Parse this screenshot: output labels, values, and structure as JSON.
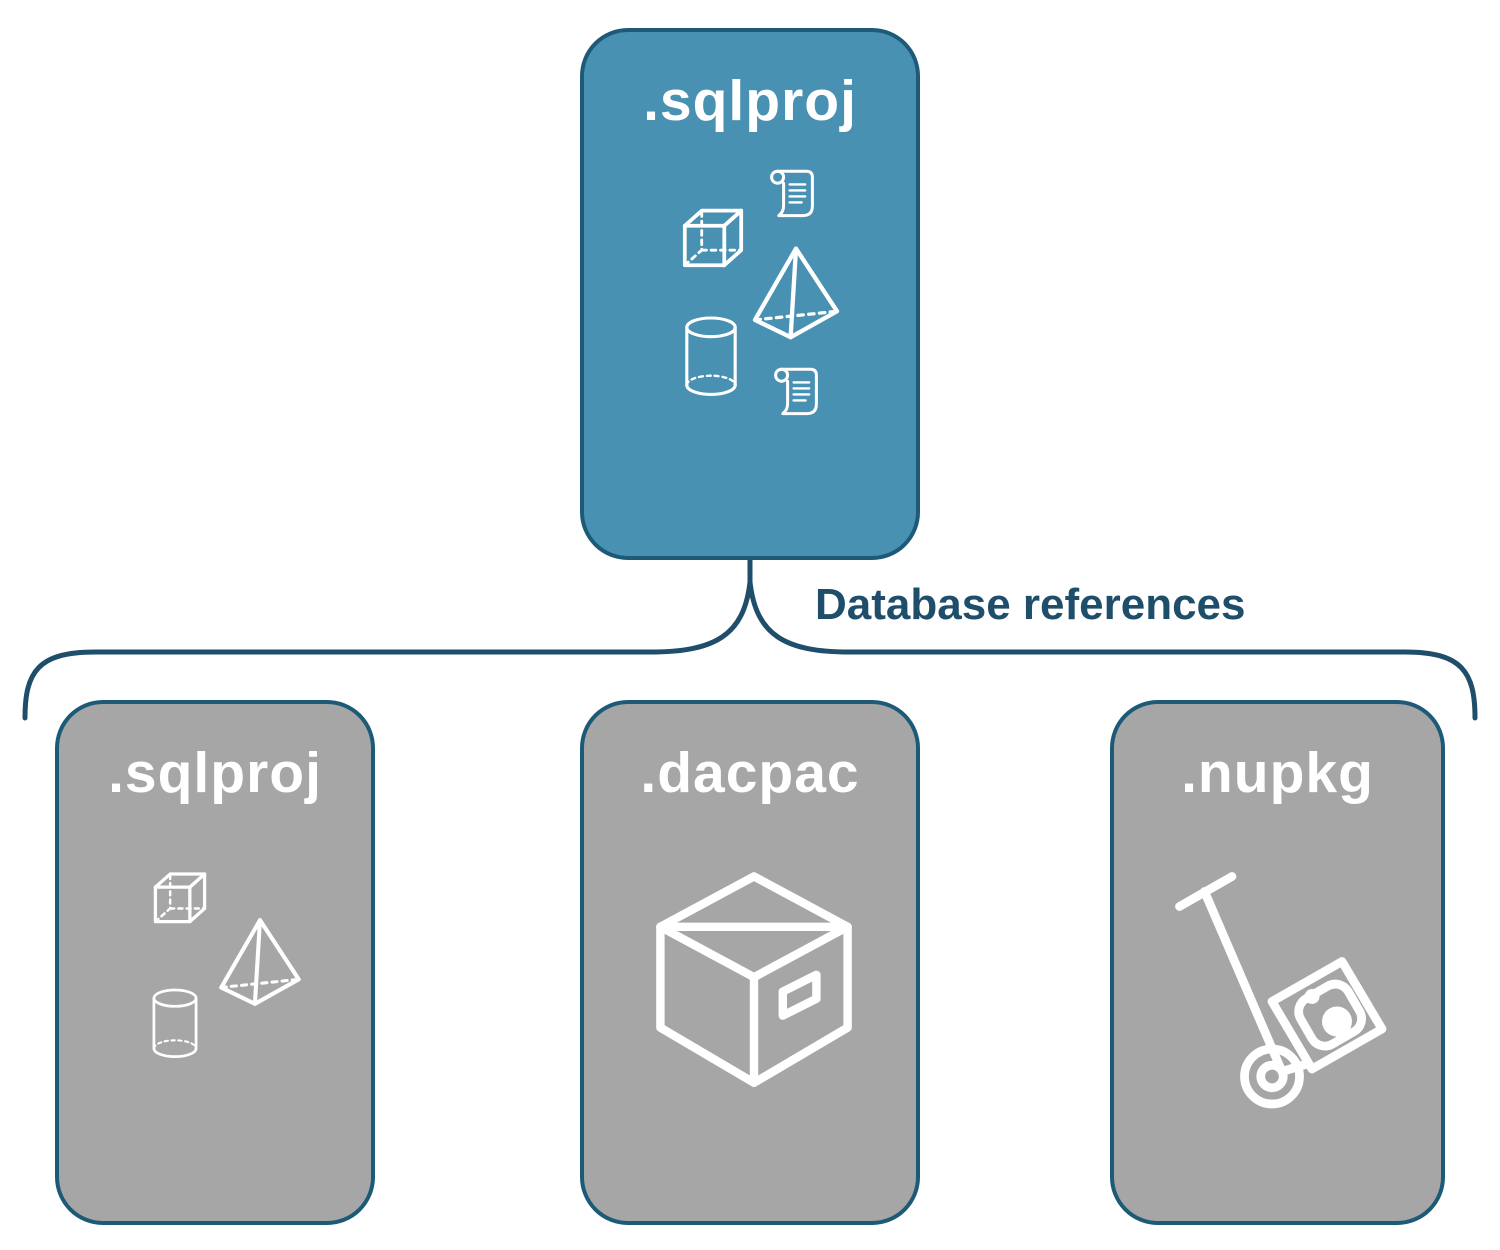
{
  "diagram": {
    "colors": {
      "primary_fill": "#4991b3",
      "primary_border": "#1d5a78",
      "gray_fill": "#a6a6a6",
      "gray_border": "#1d5a78",
      "label_text": "#ffffff",
      "connector": "#1f4e6b",
      "background": "#ffffff"
    },
    "top_node": {
      "label": ".sqlproj",
      "icons": [
        "cube-icon",
        "scroll-icon",
        "pyramid-icon",
        "cylinder-icon",
        "scroll-icon"
      ]
    },
    "connector_label": "Database references",
    "child_nodes": [
      {
        "label": ".sqlproj",
        "icons": [
          "cube-icon",
          "pyramid-icon",
          "cylinder-icon"
        ]
      },
      {
        "label": ".dacpac",
        "icons": [
          "package-box-icon"
        ]
      },
      {
        "label": ".nupkg",
        "icons": [
          "hand-truck-package-icon"
        ]
      }
    ]
  }
}
